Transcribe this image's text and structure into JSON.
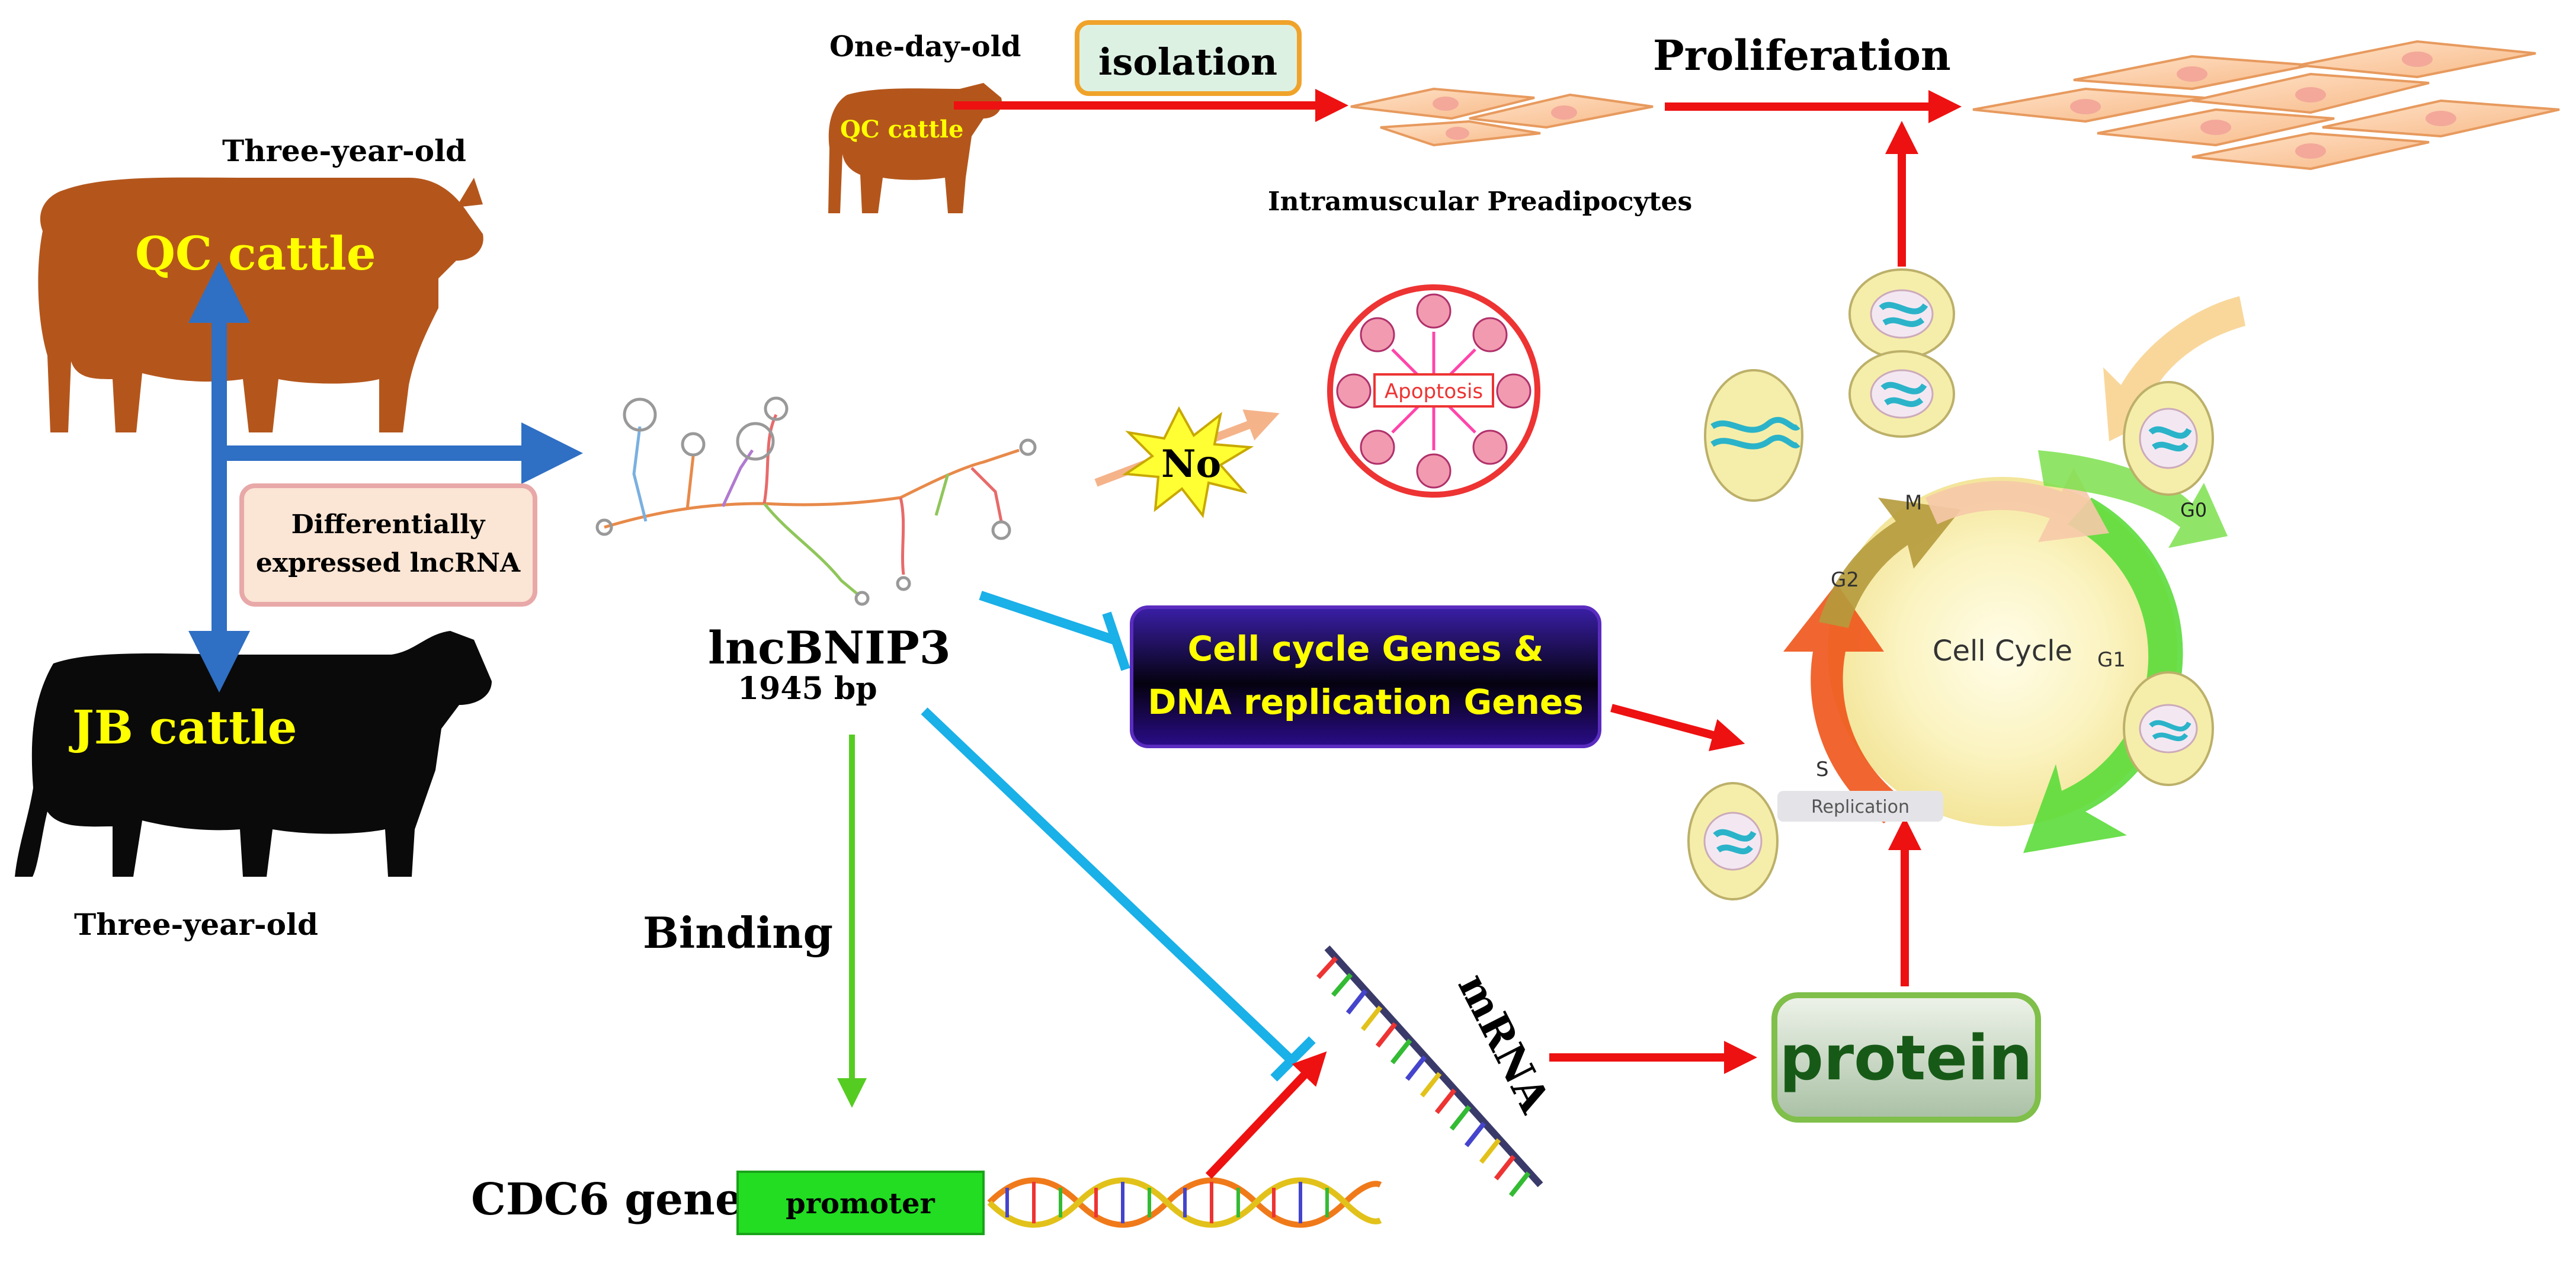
{
  "cattle": {
    "qc_age": "Three-year-old",
    "qc_name": "QC cattle",
    "jb_name": "JB cattle",
    "jb_age": "Three-year-old",
    "calf_age": "One-day-old",
    "calf_name": "QC cattle"
  },
  "differential_box": {
    "line1": "Differentially",
    "line2": "expressed lncRNA"
  },
  "isolation_label": "isolation",
  "preadipocytes_label": "Intramuscular Preadipocytes",
  "proliferation_label": "Proliferation",
  "lnc": {
    "name": "lncBNIP3",
    "length": "1945 bp"
  },
  "no_label": "No",
  "apoptosis_label": "Apoptosis",
  "genes_box": {
    "line1": "Cell cycle Genes &",
    "line2": "DNA replication Genes"
  },
  "binding_label": "Binding",
  "cdc6_label": "CDC6 gene",
  "promoter_label": "promoter",
  "mrna_label": "mRNA",
  "protein_label": "protein",
  "cell_cycle": {
    "center": "Cell Cycle",
    "phases": {
      "m": "M",
      "g2": "G2",
      "g1": "G1",
      "s": "S",
      "g0_top": "G0",
      "g0_right": "G0"
    },
    "replication": "Replication"
  },
  "colors": {
    "qc_brown": "#b4561c",
    "jb_black": "#0a0a0a",
    "blue_arrow": "#2f6fc4",
    "red_arrow": "#ee1111",
    "cyan_inhibit": "#1ab0e8",
    "green_arrow": "#55cc22",
    "label_yellow": "#ffff00",
    "promoter_green": "#22dd22"
  }
}
